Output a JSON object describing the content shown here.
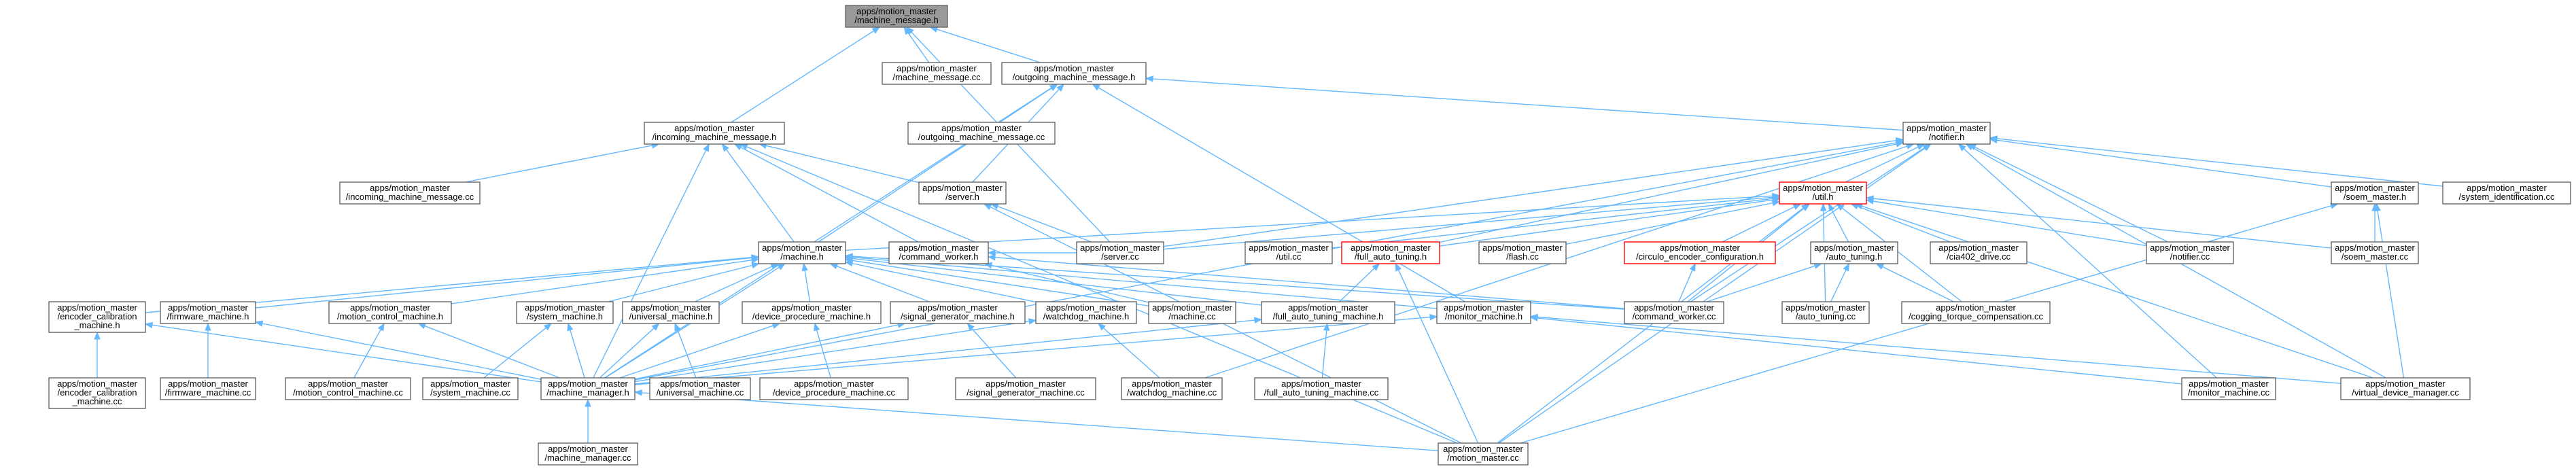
{
  "colors": {
    "edge": "#63b8ff",
    "box_border": "#666666",
    "box_fill": "#ffffff",
    "highlight_border": "#ff0000",
    "root_fill": "#999999",
    "root_border": "#666666",
    "text": "#000000"
  },
  "nodes": [
    {
      "id": "root",
      "lines": [
        "apps/motion_master",
        "/machine_message.h"
      ],
      "style": "root"
    },
    {
      "id": "mm_cc",
      "lines": [
        "apps/motion_master",
        "/machine_message.cc"
      ],
      "style": "normal"
    },
    {
      "id": "out_h",
      "lines": [
        "apps/motion_master",
        "/outgoing_machine_message.h"
      ],
      "style": "normal"
    },
    {
      "id": "out_cc",
      "lines": [
        "apps/motion_master",
        "/outgoing_machine_message.cc"
      ],
      "style": "normal"
    },
    {
      "id": "in_h",
      "lines": [
        "apps/motion_master",
        "/incoming_machine_message.h"
      ],
      "style": "normal"
    },
    {
      "id": "in_cc",
      "lines": [
        "apps/motion_master",
        "/incoming_machine_message.cc"
      ],
      "style": "normal"
    },
    {
      "id": "server_h",
      "lines": [
        "apps/motion_master",
        "/server.h"
      ],
      "style": "normal"
    },
    {
      "id": "server_cc",
      "lines": [
        "apps/motion_master",
        "/server.cc"
      ],
      "style": "normal"
    },
    {
      "id": "notifier_h",
      "lines": [
        "apps/motion_master",
        "/notifier.h"
      ],
      "style": "normal"
    },
    {
      "id": "util_h",
      "lines": [
        "apps/motion_master",
        "/util.h"
      ],
      "style": "highlight"
    },
    {
      "id": "soem_h",
      "lines": [
        "apps/motion_master",
        "/soem_master.h"
      ],
      "style": "normal"
    },
    {
      "id": "sysid_cc",
      "lines": [
        "apps/motion_master",
        "/system_identification.cc"
      ],
      "style": "normal"
    },
    {
      "id": "machine_h",
      "lines": [
        "apps/motion_master",
        "/machine.h"
      ],
      "style": "normal"
    },
    {
      "id": "cmdw_h",
      "lines": [
        "apps/motion_master",
        "/command_worker.h"
      ],
      "style": "normal"
    },
    {
      "id": "util_cc",
      "lines": [
        "apps/motion_master",
        "/util.cc"
      ],
      "style": "normal"
    },
    {
      "id": "fat_h",
      "lines": [
        "apps/motion_master",
        "/full_auto_tuning.h"
      ],
      "style": "highlight"
    },
    {
      "id": "flash_cc",
      "lines": [
        "apps/motion_master",
        "/flash.cc"
      ],
      "style": "normal"
    },
    {
      "id": "cec_h",
      "lines": [
        "apps/motion_master",
        "/circulo_encoder_configuration.h"
      ],
      "style": "highlight"
    },
    {
      "id": "at_h",
      "lines": [
        "apps/motion_master",
        "/auto_tuning.h"
      ],
      "style": "normal"
    },
    {
      "id": "cia_cc",
      "lines": [
        "apps/motion_master",
        "/cia402_drive.cc"
      ],
      "style": "normal"
    },
    {
      "id": "notif_cc",
      "lines": [
        "apps/motion_master",
        "/notifier.cc"
      ],
      "style": "normal"
    },
    {
      "id": "soem_cc",
      "lines": [
        "apps/motion_master",
        "/soem_master.cc"
      ],
      "style": "normal"
    },
    {
      "id": "enc_h",
      "lines": [
        "apps/motion_master",
        "/encoder_calibration",
        "_machine.h"
      ],
      "style": "normal"
    },
    {
      "id": "fw_h",
      "lines": [
        "apps/motion_master",
        "/firmware_machine.h"
      ],
      "style": "normal"
    },
    {
      "id": "mc_h",
      "lines": [
        "apps/motion_master",
        "/motion_control_machine.h"
      ],
      "style": "normal"
    },
    {
      "id": "sys_h",
      "lines": [
        "apps/motion_master",
        "/system_machine.h"
      ],
      "style": "normal"
    },
    {
      "id": "uni_h",
      "lines": [
        "apps/motion_master",
        "/universal_machine.h"
      ],
      "style": "normal"
    },
    {
      "id": "dp_h",
      "lines": [
        "apps/motion_master",
        "/device_procedure_machine.h"
      ],
      "style": "normal"
    },
    {
      "id": "sg_h",
      "lines": [
        "apps/motion_master",
        "/signal_generator_machine.h"
      ],
      "style": "normal"
    },
    {
      "id": "wd_h",
      "lines": [
        "apps/motion_master",
        "/watchdog_machine.h"
      ],
      "style": "normal"
    },
    {
      "id": "mach_cc",
      "lines": [
        "apps/motion_master",
        "/machine.cc"
      ],
      "style": "normal"
    },
    {
      "id": "fatm_h",
      "lines": [
        "apps/motion_master",
        "/full_auto_tuning_machine.h"
      ],
      "style": "normal"
    },
    {
      "id": "mon_h",
      "lines": [
        "apps/motion_master",
        "/monitor_machine.h"
      ],
      "style": "normal"
    },
    {
      "id": "cmdw_cc",
      "lines": [
        "apps/motion_master",
        "/command_worker.cc"
      ],
      "style": "normal"
    },
    {
      "id": "at_cc",
      "lines": [
        "apps/motion_master",
        "/auto_tuning.cc"
      ],
      "style": "normal"
    },
    {
      "id": "cog_cc",
      "lines": [
        "apps/motion_master",
        "/cogging_torque_compensation.cc"
      ],
      "style": "normal"
    },
    {
      "id": "enc_cc",
      "lines": [
        "apps/motion_master",
        "/encoder_calibration",
        "_machine.cc"
      ],
      "style": "normal"
    },
    {
      "id": "fw_cc",
      "lines": [
        "apps/motion_master",
        "/firmware_machine.cc"
      ],
      "style": "normal"
    },
    {
      "id": "mc_cc",
      "lines": [
        "apps/motion_master",
        "/motion_control_machine.cc"
      ],
      "style": "normal"
    },
    {
      "id": "sys_cc",
      "lines": [
        "apps/motion_master",
        "/system_machine.cc"
      ],
      "style": "normal"
    },
    {
      "id": "mgr_h",
      "lines": [
        "apps/motion_master",
        "/machine_manager.h"
      ],
      "style": "normal"
    },
    {
      "id": "uni_cc",
      "lines": [
        "apps/motion_master",
        "/universal_machine.cc"
      ],
      "style": "normal"
    },
    {
      "id": "dp_cc",
      "lines": [
        "apps/motion_master",
        "/device_procedure_machine.cc"
      ],
      "style": "normal"
    },
    {
      "id": "sg_cc",
      "lines": [
        "apps/motion_master",
        "/signal_generator_machine.cc"
      ],
      "style": "normal"
    },
    {
      "id": "wd_cc",
      "lines": [
        "apps/motion_master",
        "/watchdog_machine.cc"
      ],
      "style": "normal"
    },
    {
      "id": "fatm_cc",
      "lines": [
        "apps/motion_master",
        "/full_auto_tuning_machine.cc"
      ],
      "style": "normal"
    },
    {
      "id": "mon_cc",
      "lines": [
        "apps/motion_master",
        "/monitor_machine.cc"
      ],
      "style": "normal"
    },
    {
      "id": "vdm_cc",
      "lines": [
        "apps/motion_master",
        "/virtual_device_manager.cc"
      ],
      "style": "normal"
    },
    {
      "id": "mgr_cc",
      "lines": [
        "apps/motion_master",
        "/machine_manager.cc"
      ],
      "style": "normal"
    },
    {
      "id": "mm_main_cc",
      "lines": [
        "apps/motion_master",
        "/motion_master.cc"
      ],
      "style": "normal"
    }
  ],
  "edges": [
    [
      "mm_cc",
      "root"
    ],
    [
      "out_h",
      "root"
    ],
    [
      "in_h",
      "root"
    ],
    [
      "server_cc",
      "root"
    ],
    [
      "out_cc",
      "out_h"
    ],
    [
      "server_h",
      "out_h"
    ],
    [
      "notifier_h",
      "out_h"
    ],
    [
      "machine_h",
      "out_h"
    ],
    [
      "mgr_h",
      "out_h"
    ],
    [
      "mon_h",
      "out_h"
    ],
    [
      "in_cc",
      "in_h"
    ],
    [
      "server_h",
      "in_h"
    ],
    [
      "machine_h",
      "in_h"
    ],
    [
      "cmdw_h",
      "in_h"
    ],
    [
      "mgr_h",
      "in_h"
    ],
    [
      "mm_main_cc",
      "in_h"
    ],
    [
      "server_cc",
      "server_h"
    ],
    [
      "mm_main_cc",
      "server_h"
    ],
    [
      "util_h",
      "notifier_h"
    ],
    [
      "soem_h",
      "notifier_h"
    ],
    [
      "sysid_cc",
      "notifier_h"
    ],
    [
      "server_cc",
      "notifier_h"
    ],
    [
      "notif_cc",
      "notifier_h"
    ],
    [
      "mon_cc",
      "notifier_h"
    ],
    [
      "vdm_cc",
      "notifier_h"
    ],
    [
      "fat_h",
      "notifier_h"
    ],
    [
      "cmdw_cc",
      "notifier_h"
    ],
    [
      "mgr_h",
      "notifier_h"
    ],
    [
      "wd_cc",
      "notifier_h"
    ],
    [
      "mm_main_cc",
      "notifier_h"
    ],
    [
      "util_cc",
      "util_h"
    ],
    [
      "fat_h",
      "util_h"
    ],
    [
      "flash_cc",
      "util_h"
    ],
    [
      "cec_h",
      "util_h"
    ],
    [
      "at_h",
      "util_h"
    ],
    [
      "cia_cc",
      "util_h"
    ],
    [
      "notif_cc",
      "util_h"
    ],
    [
      "soem_cc",
      "util_h"
    ],
    [
      "server_cc",
      "util_h"
    ],
    [
      "cmdw_cc",
      "util_h"
    ],
    [
      "at_cc",
      "util_h"
    ],
    [
      "cog_cc",
      "util_h"
    ],
    [
      "vdm_cc",
      "util_h"
    ],
    [
      "mm_main_cc",
      "util_h"
    ],
    [
      "machine_h",
      "util_h"
    ],
    [
      "soem_cc",
      "soem_h"
    ],
    [
      "vdm_cc",
      "soem_h"
    ],
    [
      "mm_main_cc",
      "soem_h"
    ],
    [
      "cmdw_cc",
      "cec_h"
    ],
    [
      "cmdw_cc",
      "at_h"
    ],
    [
      "at_cc",
      "at_h"
    ],
    [
      "cog_cc",
      "at_h"
    ],
    [
      "fatm_h",
      "fat_h"
    ],
    [
      "mm_main_cc",
      "fat_h"
    ],
    [
      "mach_cc",
      "cmdw_h"
    ],
    [
      "cmdw_cc",
      "cmdw_h"
    ],
    [
      "server_cc",
      "cmdw_h"
    ],
    [
      "enc_h",
      "machine_h"
    ],
    [
      "fw_h",
      "machine_h"
    ],
    [
      "mc_h",
      "machine_h"
    ],
    [
      "sys_h",
      "machine_h"
    ],
    [
      "uni_h",
      "machine_h"
    ],
    [
      "dp_h",
      "machine_h"
    ],
    [
      "sg_h",
      "machine_h"
    ],
    [
      "wd_h",
      "machine_h"
    ],
    [
      "mach_cc",
      "machine_h"
    ],
    [
      "fatm_h",
      "machine_h"
    ],
    [
      "mon_h",
      "machine_h"
    ],
    [
      "cmdw_cc",
      "machine_h"
    ],
    [
      "mgr_h",
      "machine_h"
    ],
    [
      "enc_cc",
      "enc_h"
    ],
    [
      "mgr_h",
      "enc_h"
    ],
    [
      "fw_cc",
      "fw_h"
    ],
    [
      "mgr_h",
      "fw_h"
    ],
    [
      "mc_cc",
      "mc_h"
    ],
    [
      "mgr_h",
      "mc_h"
    ],
    [
      "sys_cc",
      "sys_h"
    ],
    [
      "mgr_h",
      "sys_h"
    ],
    [
      "uni_cc",
      "uni_h"
    ],
    [
      "mgr_h",
      "uni_h"
    ],
    [
      "dp_cc",
      "dp_h"
    ],
    [
      "mgr_h",
      "dp_h"
    ],
    [
      "sg_cc",
      "sg_h"
    ],
    [
      "mgr_h",
      "sg_h"
    ],
    [
      "wd_cc",
      "wd_h"
    ],
    [
      "mgr_h",
      "wd_h"
    ],
    [
      "fatm_cc",
      "fatm_h"
    ],
    [
      "mgr_h",
      "fatm_h"
    ],
    [
      "mon_cc",
      "mon_h"
    ],
    [
      "mgr_h",
      "mon_h"
    ],
    [
      "vdm_cc",
      "mon_h"
    ],
    [
      "mgr_cc",
      "mgr_h"
    ],
    [
      "mm_main_cc",
      "mgr_h"
    ]
  ]
}
